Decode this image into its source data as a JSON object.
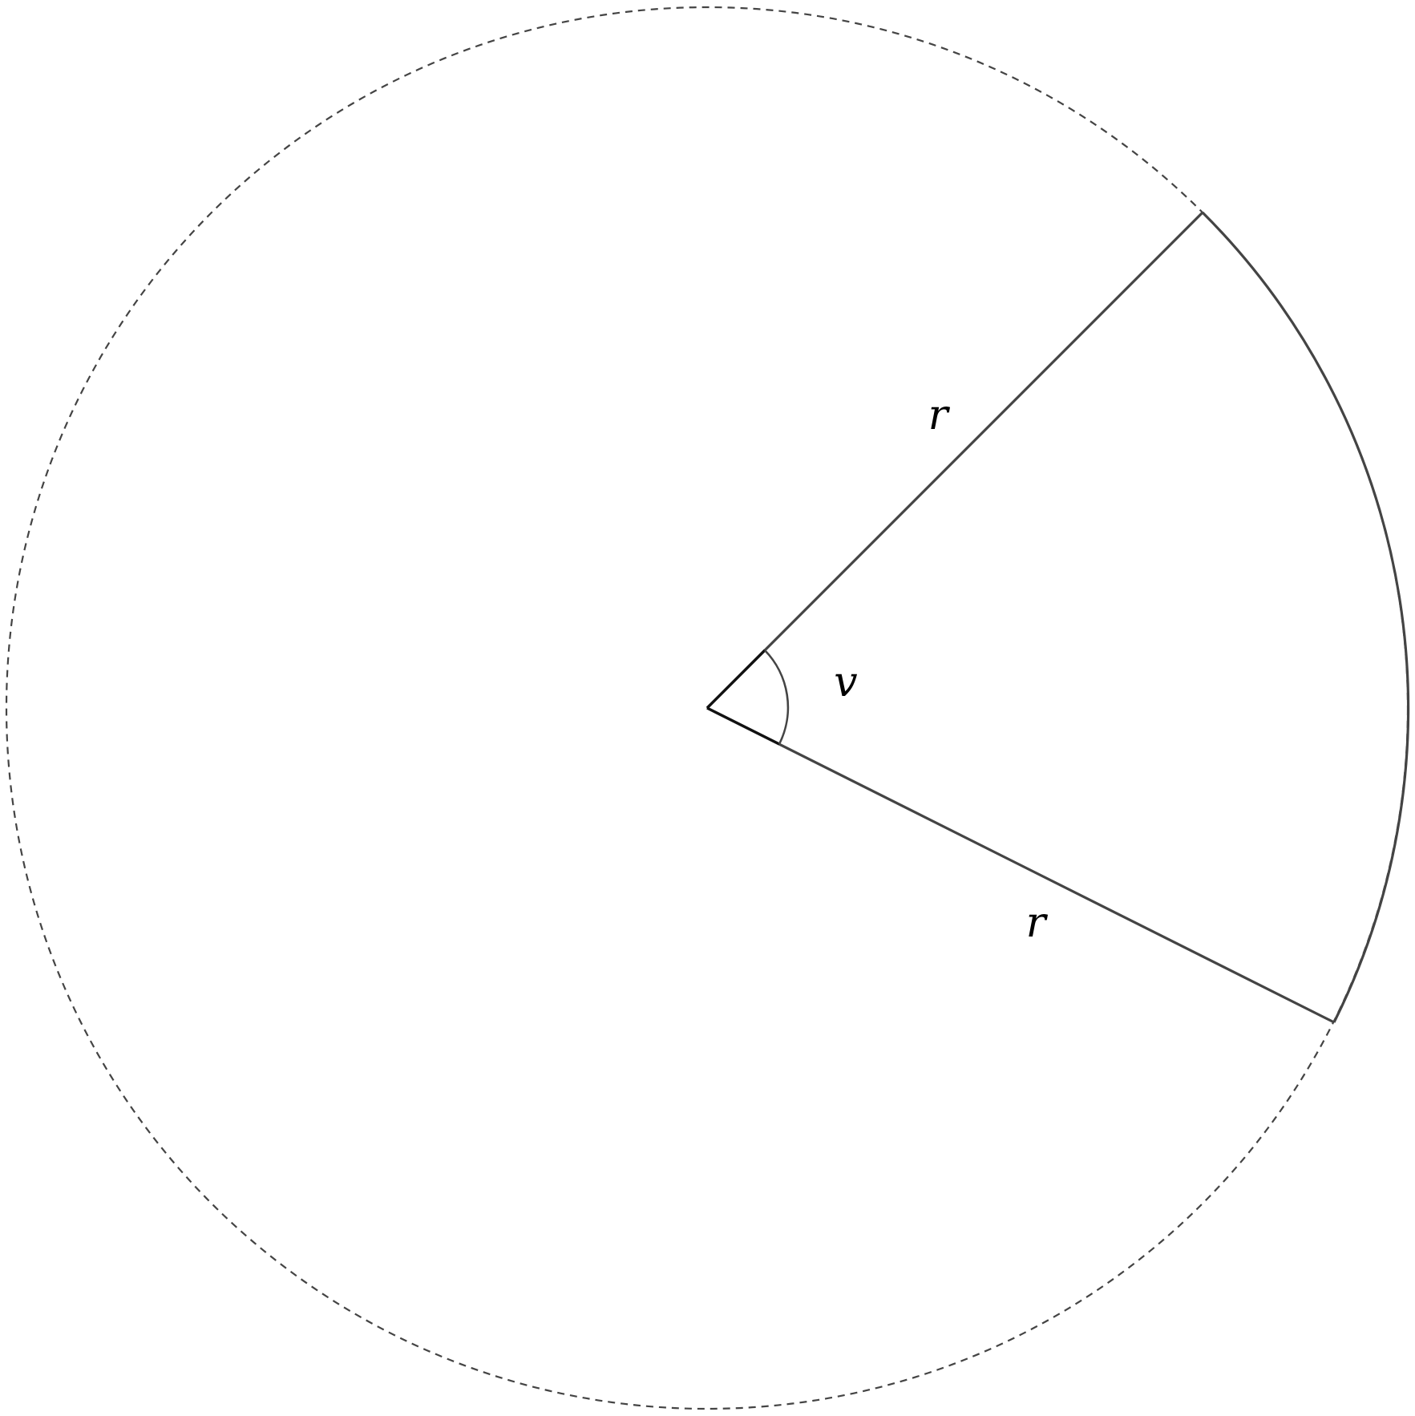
{
  "diagram": {
    "labels": {
      "radius_upper": "r",
      "radius_lower": "r",
      "angle": "v"
    },
    "colors": {
      "background": "#ffffff",
      "stroke": "#444444",
      "vertex_stroke": "#111111",
      "text": "#000000"
    }
  }
}
